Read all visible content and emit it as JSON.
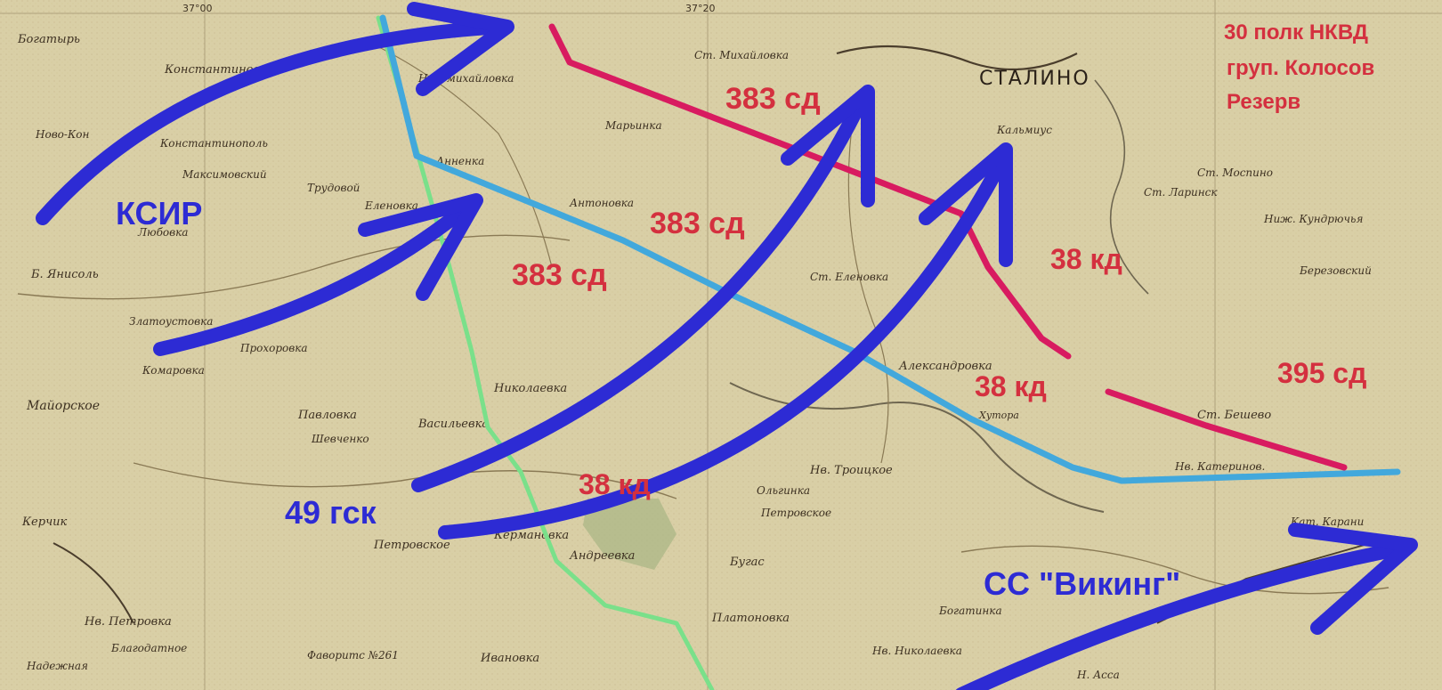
{
  "map": {
    "grid_labels": [
      "37°00",
      "37°20"
    ],
    "city": "СТАЛИНО",
    "places": [
      "Богатырь",
      "Константиновка",
      "Ново-Кон",
      "Новомихайловка",
      "Константинополь",
      "Максимовский",
      "Трудовой",
      "Еленовка",
      "Анненка",
      "Б. Янисоль",
      "Златоустовка",
      "Комаровка",
      "Прохоровка",
      "Майорское",
      "Павловка",
      "Шевченко",
      "Васильевка",
      "Николаевка",
      "Ст. Бешево",
      "Александровка",
      "Хутора",
      "Ст. Михайловка",
      "Марьинка",
      "Ст. Ларинск",
      "Ст. Моспино",
      "Петровское",
      "Петровское",
      "Андреевка",
      "Кермановка",
      "Платоновка",
      "Ивановка",
      "Бугас",
      "Нв. Петровка",
      "Нв. Троицкое",
      "Ольгинка",
      "Н. Асса",
      "Кат. Карани",
      "Богатинка",
      "Нв. Николаевка",
      "Антоновка",
      "Ст. Еленовка",
      "Нв. Катеринов.",
      "Березовский",
      "Ниж. Кундрючья",
      "Керчик",
      "Надежная",
      "Благодатное",
      "Фаворитс №261",
      "Любовка",
      "Кальмиус"
    ]
  },
  "labels": {
    "nkvd": "30 полк НКВД",
    "group": "груп. Колосов",
    "reserve": "Резерв",
    "div_383_a": "383 сд",
    "div_383_b": "383 сд",
    "div_383_c": "383 сд",
    "div_38_a": "38 кд",
    "div_38_b": "38 кд",
    "div_38_c": "38 кд",
    "div_395": "395 сд",
    "ksir": "КСИР",
    "gsk49": "49 гск",
    "viking": "СС \"Викинг\""
  },
  "colors": {
    "map_base": "#d9cfa6",
    "red_front": "#d81b60",
    "blue_front": "#42a8dc",
    "green_front": "#7ae08a",
    "arrow_blue": "#2d2bd4",
    "unit_red": "#d4303f"
  }
}
